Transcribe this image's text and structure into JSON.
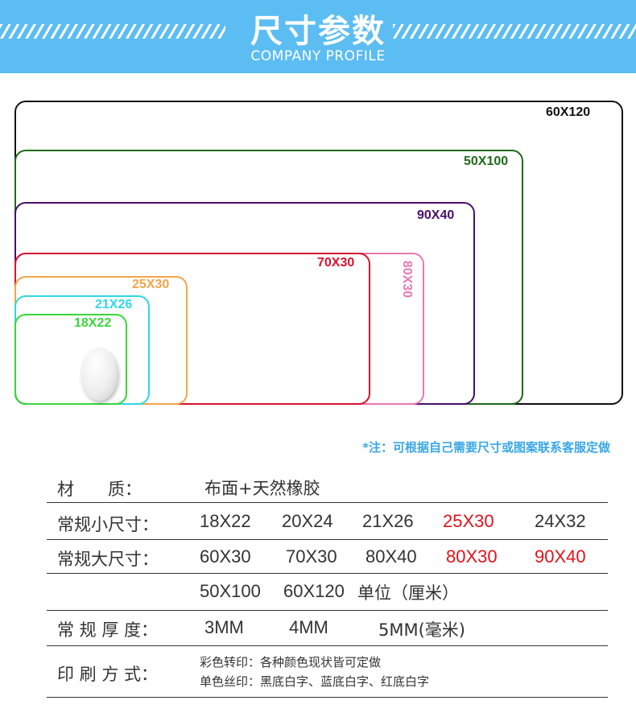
{
  "header": {
    "title": "尺寸参数",
    "subtitle": "COMPANY PROFILE",
    "bg_color": "#5cbdf2"
  },
  "diagram": {
    "sizes": [
      {
        "label": "60X120",
        "color": "#111111"
      },
      {
        "label": "50X100",
        "color": "#1f6b1a"
      },
      {
        "label": "90X40",
        "color": "#4b0f6b"
      },
      {
        "label": "80X30",
        "color": "#e879b0"
      },
      {
        "label": "70X30",
        "color": "#d8112e"
      },
      {
        "label": "25X30",
        "color": "#f1a64a"
      },
      {
        "label": "21X26",
        "color": "#2fd8e3"
      },
      {
        "label": "18X22",
        "color": "#3ad63a"
      }
    ]
  },
  "note": "*注：可根据自己需要尺寸或图案联系客服定做",
  "specs": {
    "material": {
      "label": "材　　质：",
      "value": "布面+天然橡胶"
    },
    "small_sizes": {
      "label": "常规小尺寸：",
      "values": [
        "18X22",
        "20X24",
        "21X26",
        "25X30",
        "24X32"
      ]
    },
    "large_sizes": {
      "label": "常规大尺寸：",
      "values": [
        "60X30",
        "70X30",
        "80X40",
        "80X30",
        "90X40"
      ],
      "extra": [
        "50X100",
        "60X120",
        "单位（厘米）"
      ]
    },
    "thickness": {
      "label": "常 规 厚 度：",
      "values": [
        "3MM",
        "4MM",
        "5MM(毫米)"
      ]
    },
    "printing": {
      "label": "印 刷 方 式：",
      "lines": [
        "彩色转印：各种颜色现状皆可定做",
        "单色丝印：黑底白字、蓝底白字、红底白字"
      ]
    },
    "highlight_color": "#e3121b"
  }
}
